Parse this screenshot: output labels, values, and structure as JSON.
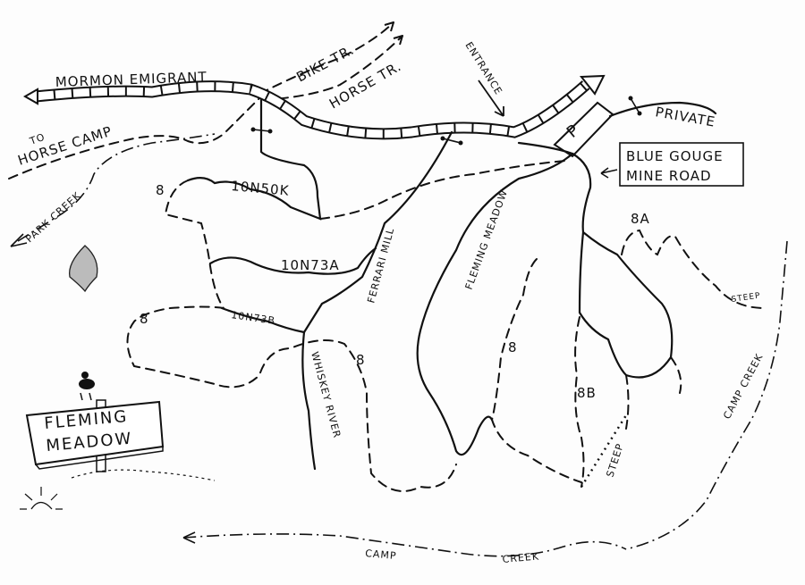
{
  "map": {
    "highway_label": "MORMON EMIGRANT",
    "bike_trail": "BIKE TR.",
    "horse_trail": "HORSE TR.",
    "entrance": "ENTRANCE",
    "private": "PRIVATE",
    "parking": "P",
    "blue_gouge_line1": "BLUE GOUGE",
    "blue_gouge_line2": "MINE ROAD",
    "to_horse_camp_1": "TO",
    "to_horse_camp_2": "HORSE CAMP",
    "park_creek": "PARK CREEK",
    "road_10n50k": "10N50K",
    "road_10n73a": "10N73A",
    "road_10n73b": "10N73B",
    "trail_8_a": "8",
    "trail_8_b": "8",
    "trail_8_c": "8",
    "trail_8_d": "8",
    "trail_8a": "8A",
    "trail_8b": "8B",
    "ferrari_mill": "FERRARI MILL",
    "fleming_meadow_road": "FLEMING MEADOW",
    "whiskey_river": "WHISKEY RIVER",
    "steep_1": "STEEP",
    "steep_2": "STEEP",
    "camp_creek_east": "CAMP CREEK",
    "camp_creek_south_1": "CAMP",
    "camp_creek_south_2": "CREEK",
    "sign_line1": "FLEMING",
    "sign_line2": "MEADOW"
  }
}
